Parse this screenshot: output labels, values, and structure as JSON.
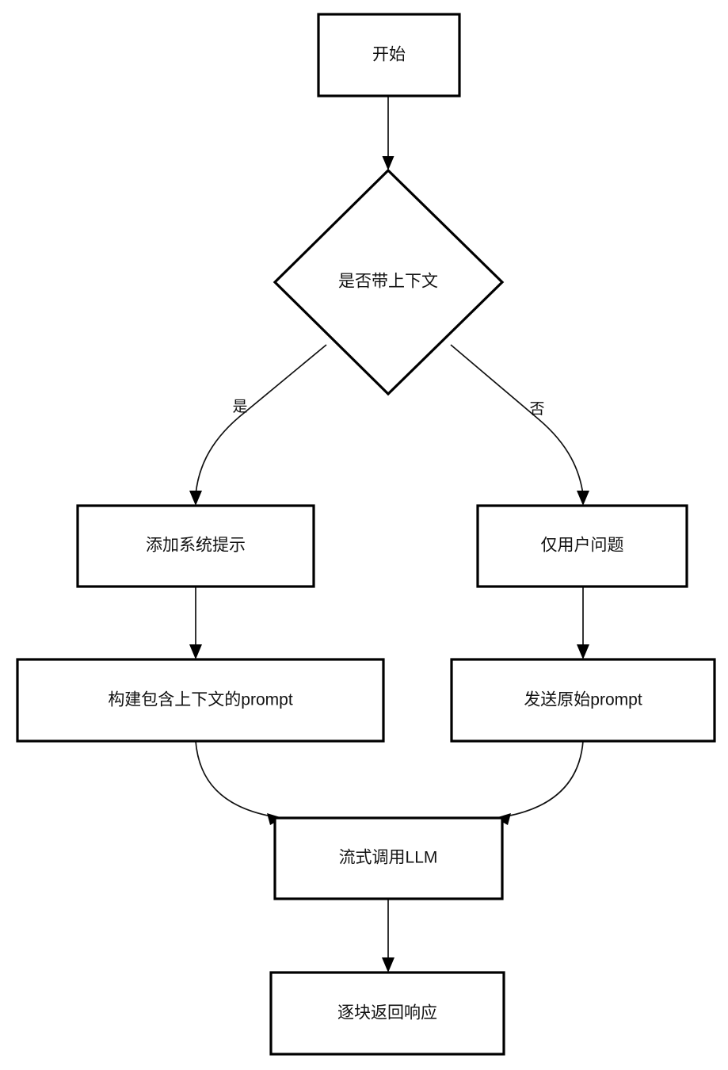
{
  "diagram": {
    "type": "flowchart",
    "direction": "top-to-bottom",
    "background_color": "#ffffff",
    "node_fill": "#ffffff",
    "node_stroke": "#000000",
    "text_color": "#111111",
    "nodes": [
      {
        "id": "start",
        "label": "开始",
        "shape": "rectangle"
      },
      {
        "id": "decision",
        "label": "是否带上下文",
        "shape": "diamond"
      },
      {
        "id": "add_system",
        "label": "添加系统提示",
        "shape": "rectangle"
      },
      {
        "id": "user_only",
        "label": "仅用户问题",
        "shape": "rectangle"
      },
      {
        "id": "build_prompt",
        "label": "构建包含上下文的prompt",
        "shape": "rectangle"
      },
      {
        "id": "send_raw",
        "label": "发送原始prompt",
        "shape": "rectangle"
      },
      {
        "id": "stream_llm",
        "label": "流式调用LLM",
        "shape": "rectangle"
      },
      {
        "id": "chunk_resp",
        "label": "逐块返回响应",
        "shape": "rectangle"
      }
    ],
    "edges": [
      {
        "from": "start",
        "to": "decision",
        "label": ""
      },
      {
        "from": "decision",
        "to": "add_system",
        "label": "是"
      },
      {
        "from": "decision",
        "to": "user_only",
        "label": "否"
      },
      {
        "from": "add_system",
        "to": "build_prompt",
        "label": ""
      },
      {
        "from": "user_only",
        "to": "send_raw",
        "label": ""
      },
      {
        "from": "build_prompt",
        "to": "stream_llm",
        "label": ""
      },
      {
        "from": "send_raw",
        "to": "stream_llm",
        "label": ""
      },
      {
        "from": "stream_llm",
        "to": "chunk_resp",
        "label": ""
      }
    ],
    "edge_labels": {
      "yes": "是",
      "no": "否"
    }
  }
}
